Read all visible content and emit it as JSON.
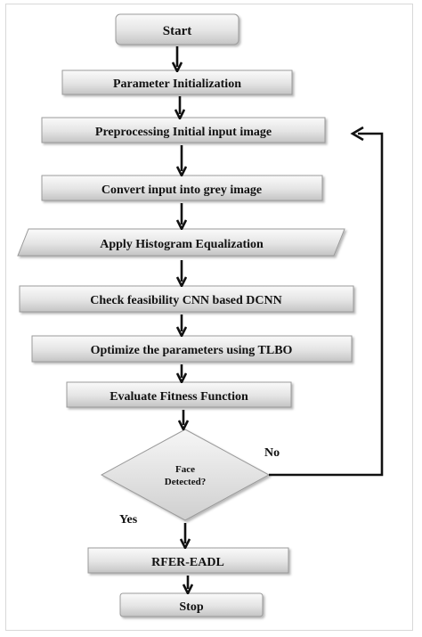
{
  "nodes": {
    "start": "Start",
    "param_init": "Parameter Initialization",
    "preprocess": "Preprocessing Initial input image",
    "grey": "Convert input into grey image",
    "histogram": "Apply Histogram Equalization",
    "feasibility": "Check feasibility CNN based DCNN",
    "optimize": "Optimize the parameters using TLBO",
    "fitness": "Evaluate Fitness Function",
    "decision_line1": "Face",
    "decision_line2": "Detected?",
    "rfer": "RFER-EADL",
    "stop": "Stop"
  },
  "edges": {
    "no_label": "No",
    "yes_label": "Yes"
  },
  "colors": {
    "box_fill_light": "#f2f2f2",
    "box_fill_dark": "#c8c8c8",
    "box_stroke": "#9a9a9a",
    "arrow": "#111111"
  }
}
